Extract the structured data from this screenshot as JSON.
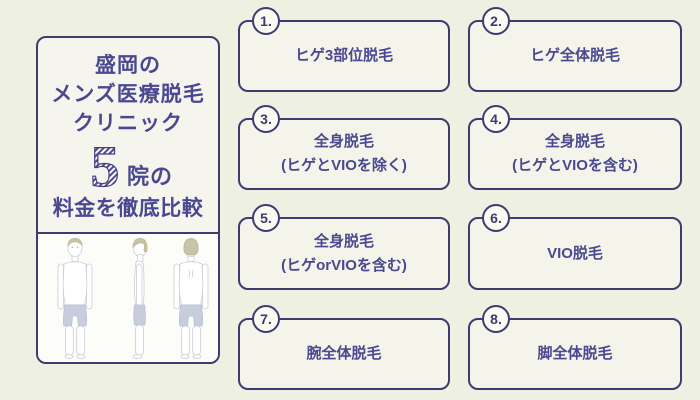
{
  "colors": {
    "background": "#eef0e2",
    "panel_bg": "#f6f5ed",
    "box_bg": "#f4f4ea",
    "illustration_bg": "#fcfcf9",
    "navy_border": "#3e3b72",
    "navy_text": "#4a4891",
    "badge_bg": "#fbfaf3",
    "hair": "#c9c3a8",
    "shorts": "#c8cdde"
  },
  "left_panel": {
    "title_lines": [
      "盛岡の",
      "メンズ医療脱毛",
      "クリニック"
    ],
    "big_number": "5",
    "big_number_suffix": "院の",
    "title_bottom": "料金を徹底比較",
    "illustration_icon": "male-body-front-side-back-icon"
  },
  "categories": [
    {
      "number": "1.",
      "line1": "ヒゲ3部位脱毛",
      "line2": ""
    },
    {
      "number": "2.",
      "line1": "ヒゲ全体脱毛",
      "line2": ""
    },
    {
      "number": "3.",
      "line1": "全身脱毛",
      "line2": "(ヒゲとVIOを除く)"
    },
    {
      "number": "4.",
      "line1": "全身脱毛",
      "line2": "(ヒゲとVIOを含む)"
    },
    {
      "number": "5.",
      "line1": "全身脱毛",
      "line2": "(ヒゲorVIOを含む)"
    },
    {
      "number": "6.",
      "line1": "VIO脱毛",
      "line2": ""
    },
    {
      "number": "7.",
      "line1": "腕全体脱毛",
      "line2": ""
    },
    {
      "number": "8.",
      "line1": "脚全体脱毛",
      "line2": ""
    }
  ]
}
